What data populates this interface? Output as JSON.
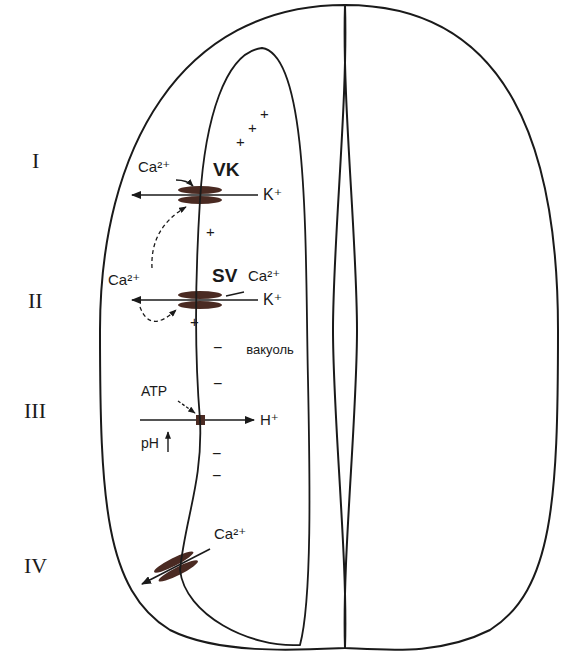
{
  "diagram": {
    "nodes": [
      {
        "text": [
          "вакуоль"
        ]
      }
    ],
    "labels": [
      "I",
      "Ca²⁺",
      "VK",
      "K⁺",
      "+",
      "+",
      "+",
      "II",
      "Ca²⁺",
      "+",
      "SV",
      "Ca²⁺",
      "K⁺",
      "+",
      "−",
      "III",
      "ATP",
      "−",
      "H⁺",
      "pH",
      "−",
      "−",
      "IV",
      "Ca²⁺"
    ]
  }
}
